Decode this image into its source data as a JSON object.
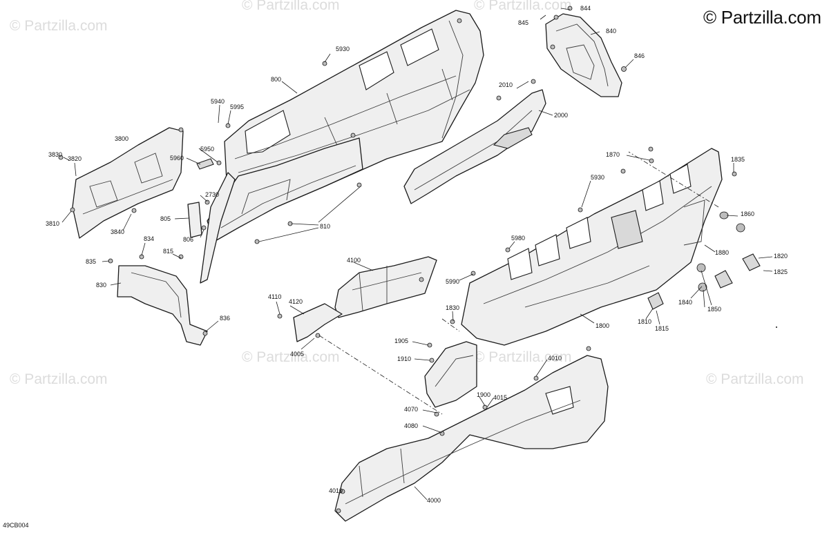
{
  "watermark": {
    "text": "© Partzilla.com"
  },
  "copyright": "© Partzilla.com",
  "diagram_code": "49CB004",
  "callouts": {
    "c844": "844",
    "c845": "845",
    "c840": "840",
    "c846": "846",
    "c5930a": "5930",
    "c800": "800",
    "c2010": "2010",
    "c2000": "2000",
    "c5940": "5940",
    "c5995": "5995",
    "c3800": "3800",
    "c3830": "3830",
    "c3820": "3820",
    "c5950": "5950",
    "c5960": "5960",
    "c2730": "2730",
    "c3810": "3810",
    "c3840": "3840",
    "c805": "805",
    "c806": "806",
    "c810": "810",
    "c834": "834",
    "c815": "815",
    "c835": "835",
    "c830": "830",
    "c836": "836",
    "c1870": "1870",
    "c1835": "1835",
    "c5930b": "5930",
    "c1860": "1860",
    "c5980": "5980",
    "c1880": "1880",
    "c1820": "1820",
    "c1825": "1825",
    "c4100": "4100",
    "c5990": "5990",
    "c4110": "4110",
    "c4120": "4120",
    "c1840": "1840",
    "c1850": "1850",
    "c1810": "1810",
    "c1815": "1815",
    "c1830": "1830",
    "c1800": "1800",
    "c4005": "4005",
    "c1905": "1905",
    "c1910": "1910",
    "c4010a": "4010",
    "c1900": "1900",
    "c4015": "4015",
    "c4070": "4070",
    "c4080": "4080",
    "c4010b": "4010",
    "c4000": "4000"
  }
}
